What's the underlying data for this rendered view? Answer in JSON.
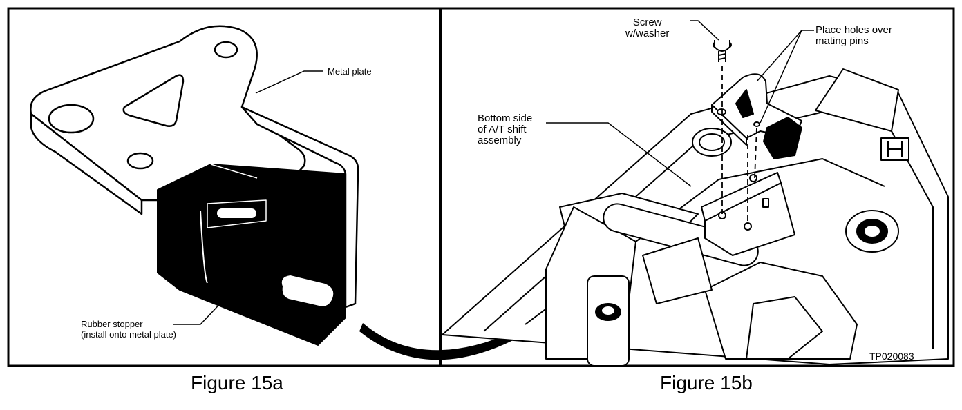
{
  "panel_a": {
    "caption": "Figure 15a",
    "label_metal_plate": "Metal plate",
    "label_rubber_line1": "Rubber stopper",
    "label_rubber_line2": "(install onto metal plate)"
  },
  "panel_b": {
    "caption": "Figure 15b",
    "label_screw_line1": "Screw",
    "label_screw_line2": "w/washer",
    "label_holes_line1": "Place holes over",
    "label_holes_line2": "mating pins",
    "label_bottom_line1": "Bottom side",
    "label_bottom_line2": "of A/T shift",
    "label_bottom_line3": "assembly",
    "figure_code": "TP020083"
  }
}
